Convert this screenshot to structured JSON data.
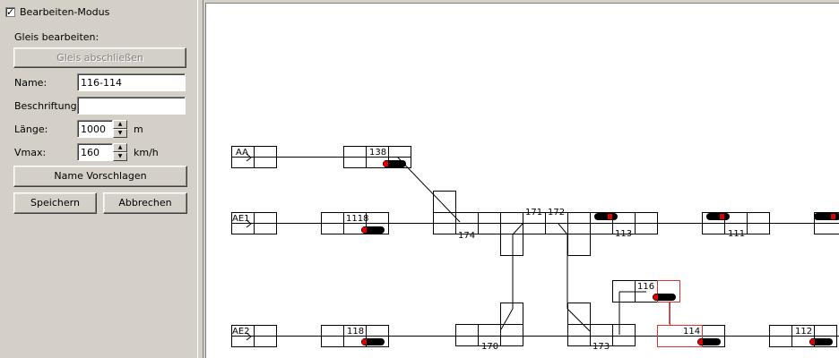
{
  "panel": {
    "edit_mode_label": "Bearbeiten-Modus",
    "edit_mode_checked": true,
    "section_title": "Gleis bearbeiten:",
    "close_track_button": "Gleis abschließen",
    "name_label": "Name:",
    "name_value": "116-114",
    "caption_label": "Beschriftung:",
    "caption_value": "",
    "length_label": "Länge:",
    "length_value": "1000",
    "length_unit": "m",
    "vmax_label": "Vmax:",
    "vmax_value": "160",
    "vmax_unit": "km/h",
    "suggest_name_button": "Name Vorschlagen",
    "save_button": "Speichern",
    "cancel_button": "Abbrechen"
  },
  "track_labels": {
    "aa": "AA",
    "ae1": "AE1",
    "ae2": "AE2",
    "b138": "138",
    "b1118": "1118",
    "b118": "118",
    "b174": "174",
    "b171": "171",
    "b172": "172",
    "b113": "113",
    "b111": "111",
    "b116": "116",
    "b114": "114",
    "b112": "112",
    "b170": "170",
    "b173": "173"
  },
  "colors": {
    "selection": "#e03030",
    "signal": "#e00000"
  }
}
